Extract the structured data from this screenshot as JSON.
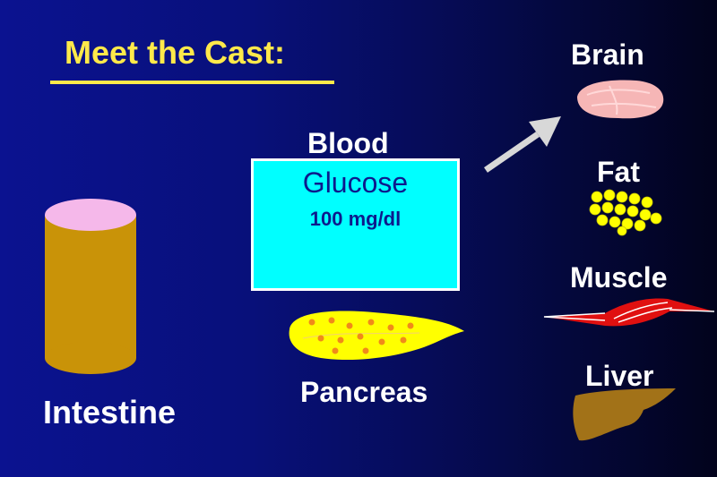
{
  "slide": {
    "title": "Meet the Cast:",
    "title_color": "#ffe94a"
  },
  "organs": {
    "intestine": "Intestine",
    "pancreas": "Pancreas",
    "brain": "Brain",
    "fat": "Fat",
    "muscle": "Muscle",
    "liver": "Liver"
  },
  "blood": {
    "label": "Blood",
    "glucose_label": "Glucose",
    "glucose_value": "100 mg/dl",
    "box_color": "#00ffff"
  },
  "icons": [
    "intestine-cylinder-icon",
    "pancreas-icon",
    "brain-icon",
    "fat-cells-icon",
    "muscle-icon",
    "liver-icon",
    "arrow-icon"
  ]
}
